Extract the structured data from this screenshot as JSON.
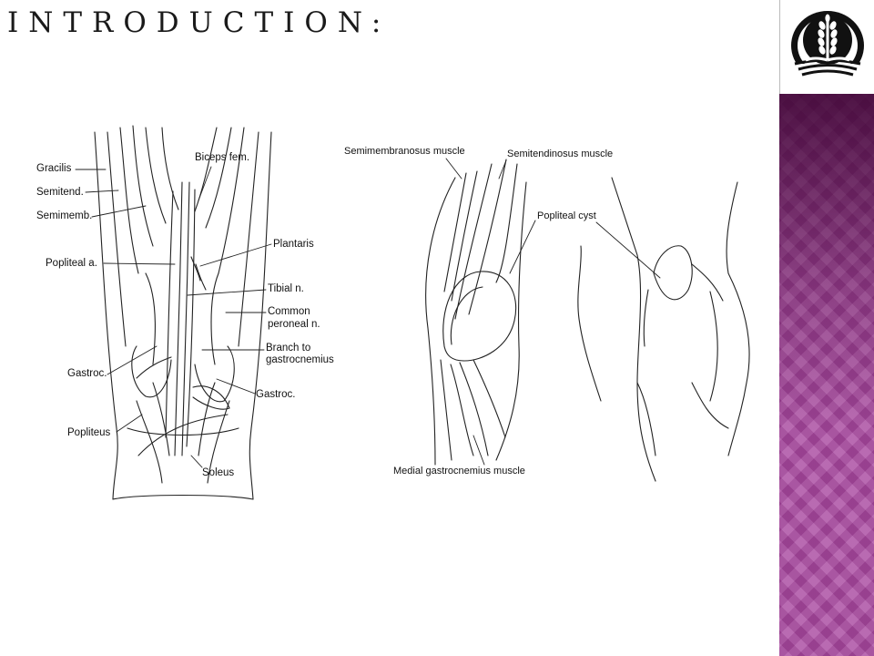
{
  "slide": {
    "title": "Introduction:"
  },
  "logo": {
    "icon": "wheat-emblem-icon"
  },
  "colors": {
    "sidebar": "#a8479f",
    "sidebar_dark": "#4a0a3e",
    "ink": "#111111"
  },
  "left_diagram": {
    "labels": {
      "gracilis": "Gracilis",
      "semitend": "Semitend.",
      "semimemb": "Semimemb.",
      "popliteal_a": "Popliteal a.",
      "gastroc_left": "Gastroc.",
      "popliteus": "Popliteus",
      "biceps_fem": "Biceps fem.",
      "plantaris": "Plantaris",
      "tibial_n": "Tibial n.",
      "common_peroneal_1": "Common",
      "common_peroneal_2": "peroneal n.",
      "branch_1": "Branch to",
      "branch_2": "gastrocnemius",
      "gastroc_right": "Gastroc.",
      "soleus": "Soleus"
    }
  },
  "right_diagram": {
    "labels": {
      "semimembranosus": "Semimembranosus muscle",
      "semitendinosus": "Semitendinosus muscle",
      "popliteal_cyst": "Popliteal cyst",
      "medial_gastrocnemius": "Medial gastrocnemius muscle"
    }
  }
}
